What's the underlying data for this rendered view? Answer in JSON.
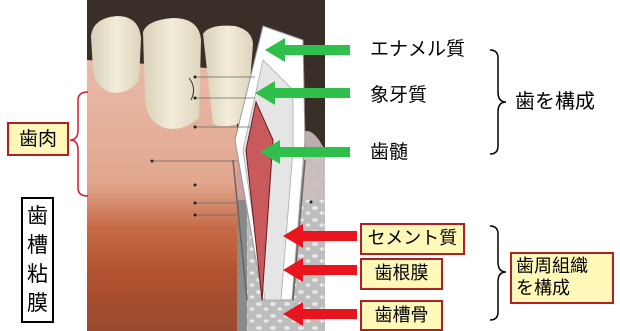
{
  "tooth_labels": {
    "enamel": "エナメル質",
    "dentin": "象牙質",
    "pulp": "歯髄",
    "group": "歯を構成"
  },
  "periodontal_labels": {
    "cementum": "セメント質",
    "ligament": "歯根膜",
    "alveolar_bone": "歯槽骨",
    "group": "歯周組織\nを構成"
  },
  "left_labels": {
    "gingiva": "歯肉",
    "mucosa_chars": [
      "歯",
      "槽",
      "粘",
      "膜"
    ]
  },
  "colors": {
    "tooth_arrow": "#2ec04a",
    "periodontal_arrow": "#e8141e",
    "label_box_fill": "#fff8b8",
    "label_box_border": "#b02020"
  }
}
